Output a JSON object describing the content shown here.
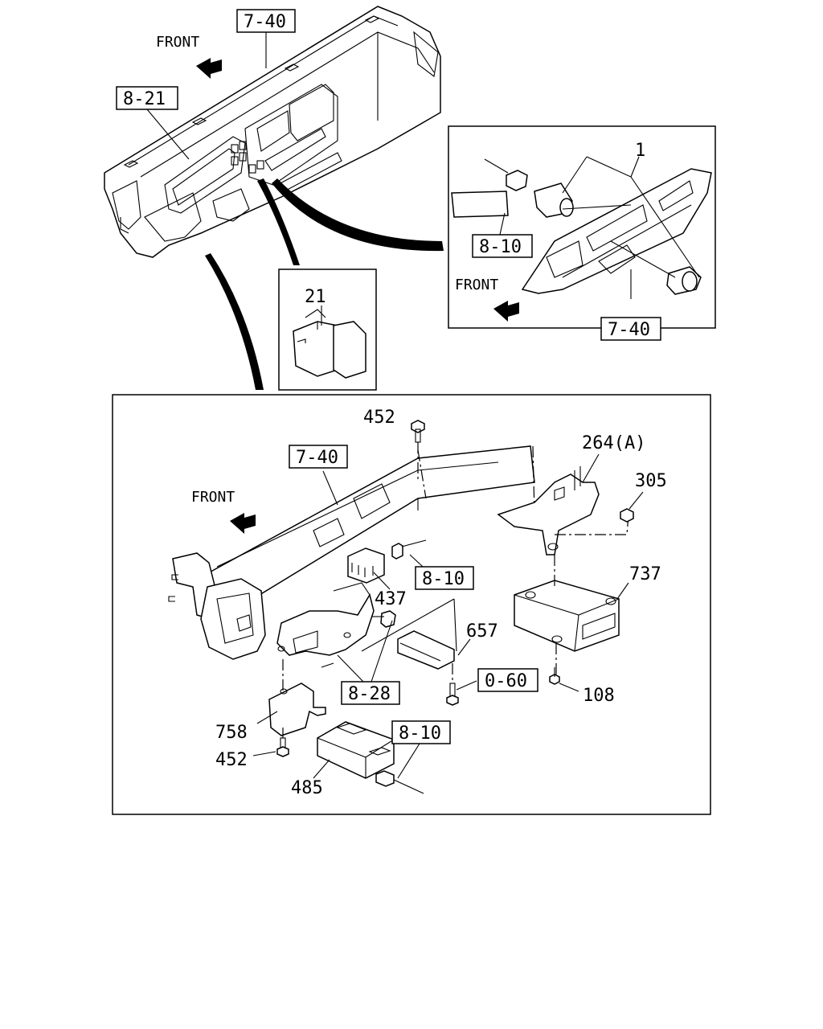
{
  "labels": {
    "front_top": "FRONT",
    "front_inset": "FRONT",
    "front_main": "FRONT",
    "ref_7_40_top": "7-40",
    "ref_8_21": "8-21",
    "ref_8_10_inset": "8-10",
    "ref_7_40_inset": "7-40",
    "part_1": "1",
    "part_21": "21",
    "part_452_top": "452",
    "ref_7_40_main": "7-40",
    "part_264A": "264(A)",
    "part_305": "305",
    "ref_8_10_main": "8-10",
    "part_437": "437",
    "part_737": "737",
    "part_657": "657",
    "ref_0_60": "0-60",
    "ref_8_28": "8-28",
    "part_108": "108",
    "part_758": "758",
    "part_452_bottom": "452",
    "ref_8_10_bottom": "8-10",
    "part_485": "485"
  }
}
